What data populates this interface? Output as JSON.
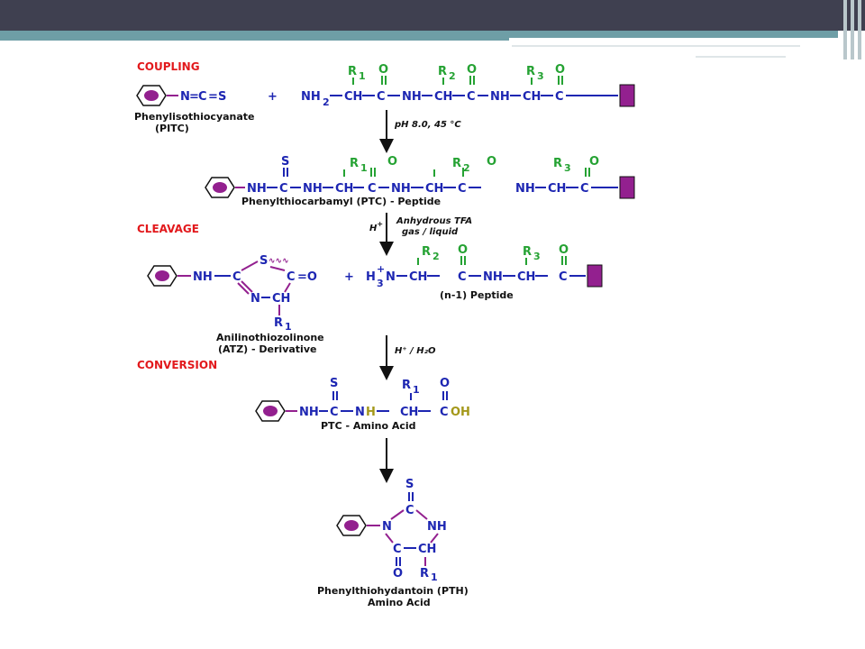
{
  "sections": {
    "coupling": "COUPLING",
    "cleavage": "CLEAVAGE",
    "conversion": "CONVERSION"
  },
  "conditions": {
    "step1": "pH 8.0, 45 °C",
    "step2_a": "Anhydrous TFA",
    "step2_b": "gas / liquid",
    "step3": "H⁺ / H₂O"
  },
  "captions": {
    "pitc_1": "Phenylisothiocyanate",
    "pitc_2": "(PITC)",
    "ptc_peptide": "Phenylthiocarbamyl (PTC) - Peptide",
    "atz_1": "Anilinothiozolinone",
    "atz_2": "(ATZ) - Derivative",
    "n1_peptide": "(n-1) Peptide",
    "ptc_amino": "PTC - Amino Acid",
    "pth_1": "Phenylthiohydantoin (PTH)",
    "pth_2": "Amino Acid"
  },
  "colors": {
    "atoms": "#1d26b2",
    "side_chains": "#25a233",
    "bonds_ring": "#93208f",
    "section_titles": "#e2191c",
    "oh": "#a4981a"
  }
}
